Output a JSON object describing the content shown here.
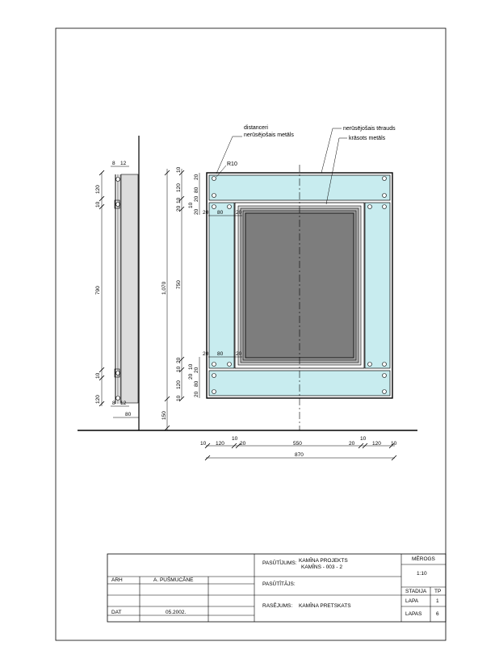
{
  "labels": {
    "spacer_line1": "distanceri",
    "spacer_line2": "nerūsējošais metāls",
    "steel": "nerūsējošais tērauds",
    "painted": "krāsots metāls",
    "radius": "R10"
  },
  "side_view": {
    "top_a": "8",
    "top_b": "12",
    "bot_a": "8",
    "bot_b": "12",
    "v_120_top": "120",
    "v_10_top": "10",
    "v_790": "790",
    "v_10_bot": "10",
    "v_120_bot": "120",
    "bottom_80": "80"
  },
  "front_left_dims": {
    "total": "1,070",
    "h150": "150",
    "v10a": "10",
    "v120a": "120",
    "v10b": "10",
    "v20a": "20",
    "v750": "750",
    "v20b": "20",
    "v10c": "10",
    "v120b": "120",
    "v10d": "10"
  },
  "front_inner_dims": {
    "a20": "20",
    "a80": "80",
    "a20b": "20",
    "a10": "10",
    "a20c": "20",
    "h20a": "20",
    "h80": "80",
    "h20b": "20",
    "h20c": "20",
    "h80b": "80",
    "h20d": "20",
    "b20": "20",
    "b80": "80",
    "b20b": "20",
    "b10": "10",
    "b20c": "20"
  },
  "bottom_dims": {
    "d10a": "10",
    "d120a": "120",
    "d10b": "10",
    "d20a": "20",
    "d550": "550",
    "d20b": "20",
    "d10c": "10",
    "d120b": "120",
    "d10d": "10",
    "total": "870"
  },
  "title_block": {
    "arh_label": "ARH",
    "arh_name": "A. PUŠMUCĀNE",
    "dat_label": "DAT",
    "dat_value": "05.2002.",
    "client_label": "PASŪTĪJUMS:",
    "client_line1": "KAMĪNA PROJEKTS",
    "client_line2": "KAMĪNS - 003 - 2",
    "orderer_label": "PASŪTĪTĀJS:",
    "drawing_label": "RASĒJUMS:",
    "drawing_value": "KAMĪNA PRETSKATS",
    "scale_label": "MĒROGS",
    "scale_value": "1:10",
    "stage_label": "STADIJA",
    "stage_value": "TP",
    "sheet_label": "LAPA",
    "sheet_value": "1",
    "sheets_label": "LAPAS",
    "sheets_value": "6"
  },
  "colors": {
    "glass": "#c8ecef",
    "mirror": "#7d7d7d",
    "frame": "#000000"
  }
}
